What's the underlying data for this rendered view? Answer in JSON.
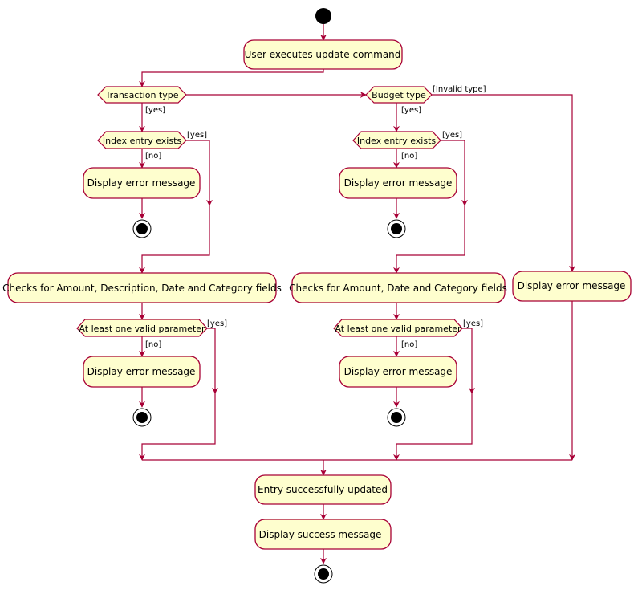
{
  "colors": {
    "arrow": "#A80036",
    "activity_fill": "#FEFECE",
    "activity_stroke": "#A80036",
    "start_fill": "#000000"
  },
  "activities": {
    "user_executes": "User executes update command",
    "tx_error_index": "Display error message",
    "tx_checks": "Checks for Amount, Description, Date and Category fields",
    "tx_error_param": "Display error message",
    "bg_error_index": "Display error message",
    "bg_checks": "Checks for Amount, Date and Category fields",
    "bg_error_param": "Display error message",
    "invalid_error": "Display error message",
    "entry_updated": "Entry successfully updated",
    "display_success": "Display success message"
  },
  "decisions": {
    "transaction_type": "Transaction type",
    "budget_type": "Budget type",
    "tx_index_exists": "Index entry exists",
    "bg_index_exists": "Index entry exists",
    "tx_valid_param": "At least one valid parameter",
    "bg_valid_param": "At least one valid parameter"
  },
  "guards": {
    "tx_type_yes": "[yes]",
    "bg_type_yes": "[yes]",
    "invalid_type": "[Invalid type]",
    "tx_index_yes": "[yes]",
    "tx_index_no": "[no]",
    "bg_index_yes": "[yes]",
    "bg_index_no": "[no]",
    "tx_param_yes": "[yes]",
    "tx_param_no": "[no]",
    "bg_param_yes": "[yes]",
    "bg_param_no": "[no]"
  }
}
